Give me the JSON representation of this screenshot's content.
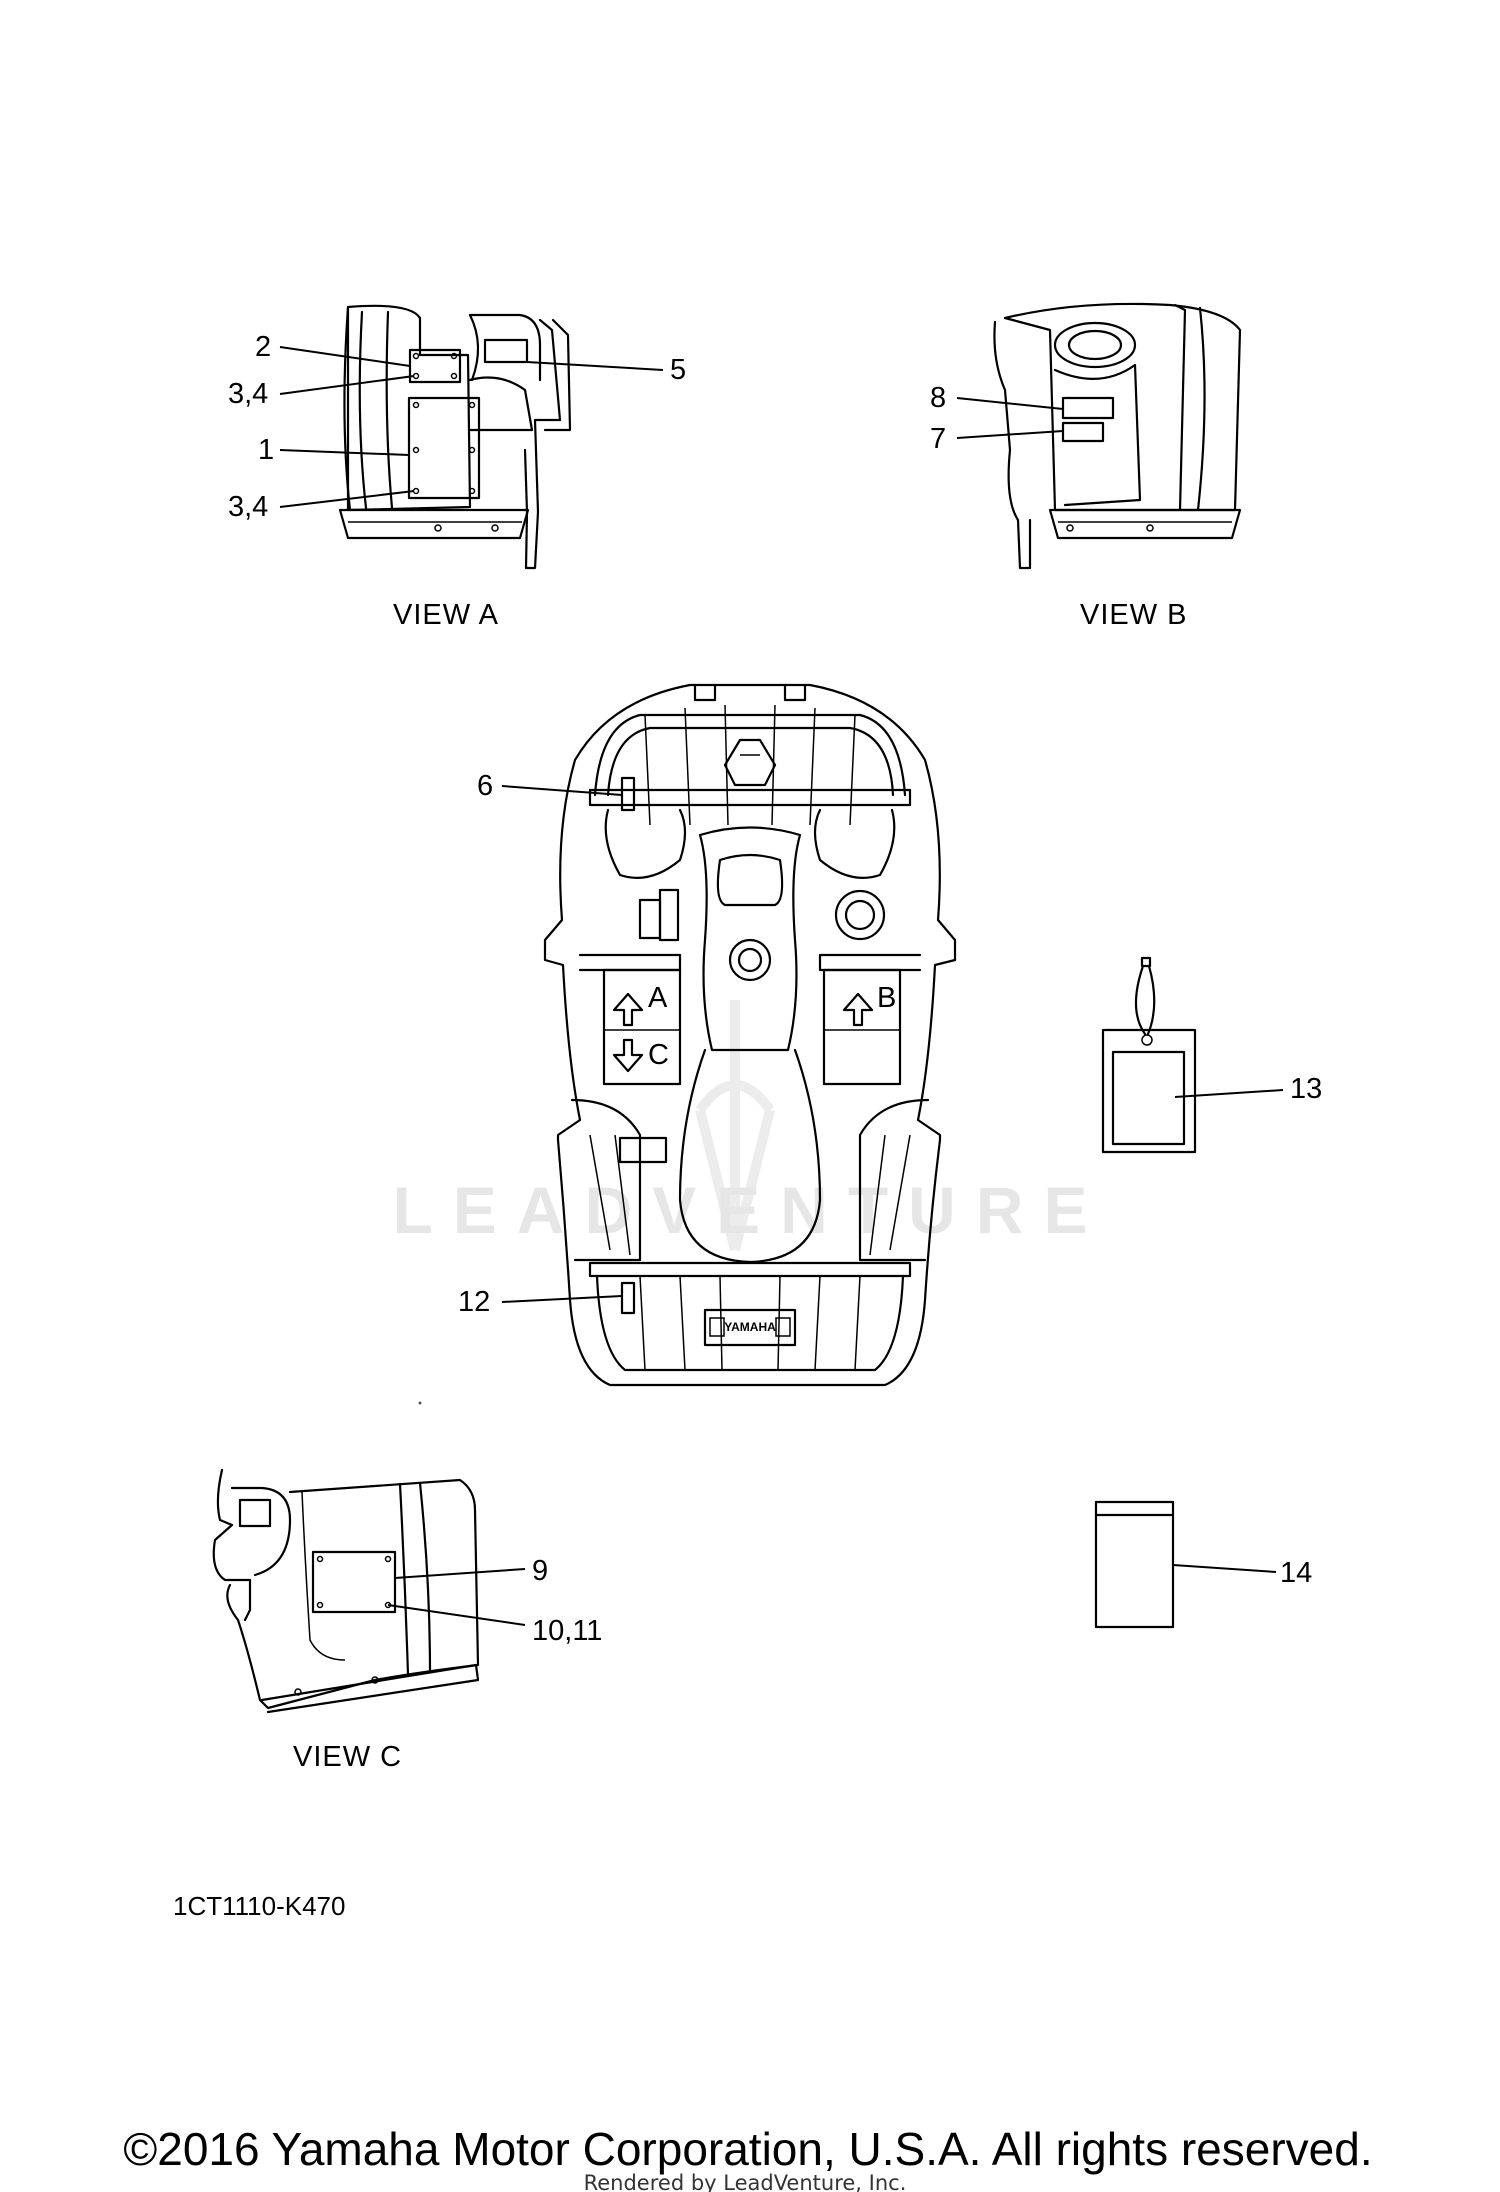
{
  "diagram": {
    "views": {
      "view_a": "VIEW A",
      "view_b": "VIEW B",
      "view_c": "VIEW C"
    },
    "callouts": {
      "c1": "1",
      "c2": "2",
      "c3_4_top": "3,4",
      "c3_4_bottom": "3,4",
      "c5": "5",
      "c6": "6",
      "c7": "7",
      "c8": "8",
      "c9": "9",
      "c10_11": "10,11",
      "c12": "12",
      "c13": "13",
      "c14": "14"
    },
    "direction_markers": {
      "a": "A",
      "b": "B",
      "c": "C"
    },
    "rack_emblem": "YAMAHA",
    "part_code": "1CT1110-K470"
  },
  "watermark": "LEADVENTURE",
  "footer": {
    "copyright": "©2016 Yamaha Motor Corporation, U.S.A. All rights reserved.",
    "rendered_by": "Rendered by LeadVenture, Inc."
  }
}
